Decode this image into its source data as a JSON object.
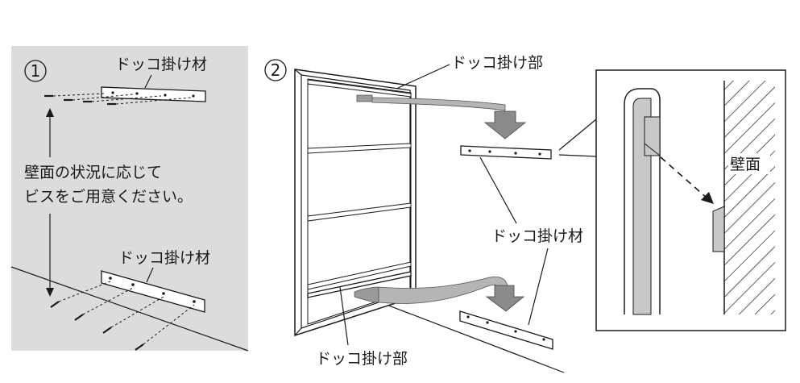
{
  "step1": {
    "number": "①",
    "top_rail_label": "ドッコ掛け材",
    "bottom_rail_label": "ドッコ掛け材",
    "note_line1": "壁面の状況に応じて",
    "note_line2": "ビスをご用意ください。"
  },
  "step2": {
    "number": "②",
    "top_hook_label": "ドッコ掛け部",
    "rail_label": "ドッコ掛け材",
    "bottom_hook_label": "ドッコ掛け部"
  },
  "detail": {
    "wall_label": "壁面"
  },
  "colors": {
    "wall_shade": "#dcdcdc",
    "arrow_gray": "#8a8a8a",
    "line": "#1a1a1a"
  }
}
